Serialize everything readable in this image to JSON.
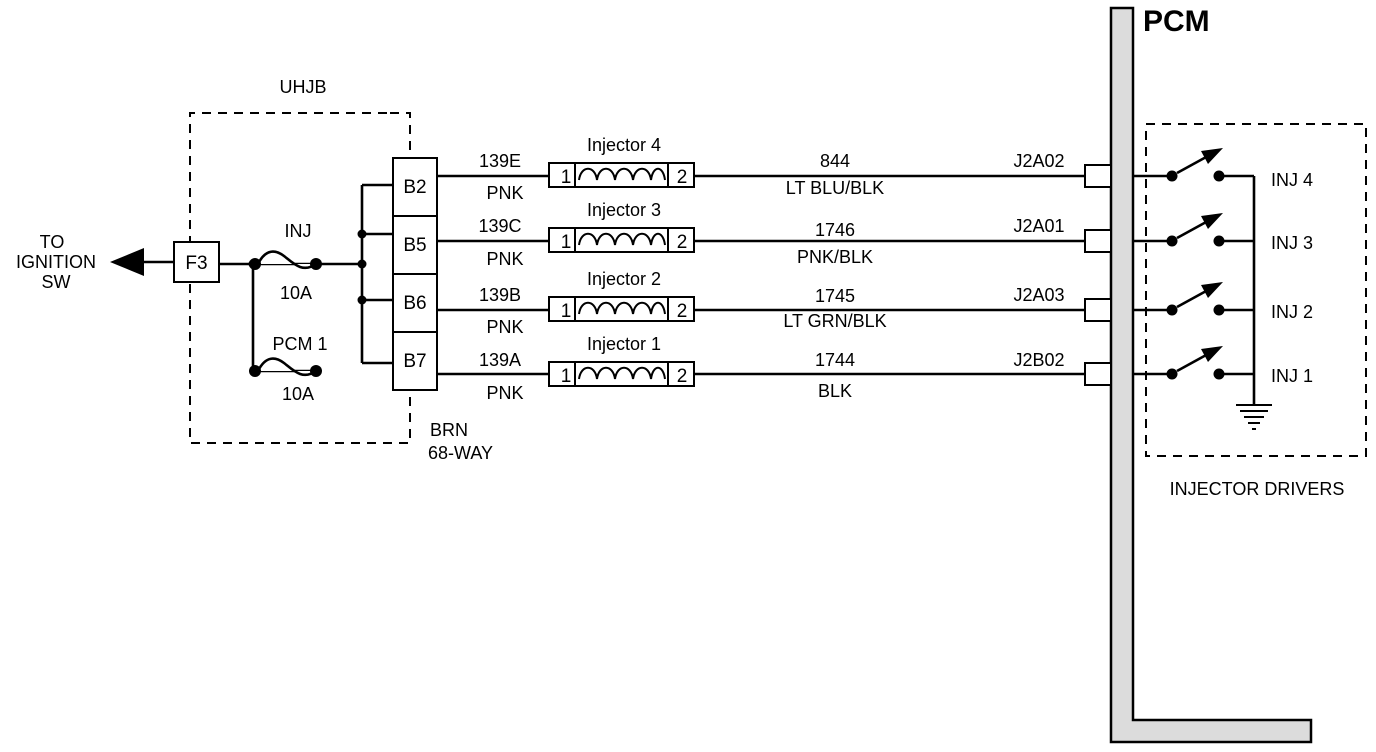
{
  "source": {
    "label_lines": [
      "TO",
      "IGNITION",
      "SW"
    ]
  },
  "junction_box": {
    "label": "UHJB",
    "fuse_cavity": "F3"
  },
  "fuses": [
    {
      "name": "INJ",
      "rating": "10A"
    },
    {
      "name": "PCM 1",
      "rating": "10A"
    }
  ],
  "connector": {
    "label_lines": [
      "BRN",
      "68-WAY"
    ]
  },
  "circuits": [
    {
      "cavity": "B2",
      "circuit_in": "139E",
      "color_in": "PNK",
      "injector": "Injector 4",
      "pin1": "1",
      "pin2": "2",
      "circuit_out": "844",
      "color_out": "LT BLU/BLK",
      "pcm_pin": "J2A02",
      "driver": "INJ 4"
    },
    {
      "cavity": "B5",
      "circuit_in": "139C",
      "color_in": "PNK",
      "injector": "Injector 3",
      "pin1": "1",
      "pin2": "2",
      "circuit_out": "1746",
      "color_out": "PNK/BLK",
      "pcm_pin": "J2A01",
      "driver": "INJ 3"
    },
    {
      "cavity": "B6",
      "circuit_in": "139B",
      "color_in": "PNK",
      "injector": "Injector 2",
      "pin1": "1",
      "pin2": "2",
      "circuit_out": "1745",
      "color_out": "LT GRN/BLK",
      "pcm_pin": "J2A03",
      "driver": "INJ 2"
    },
    {
      "cavity": "B7",
      "circuit_in": "139A",
      "color_in": "PNK",
      "injector": "Injector 1",
      "pin1": "1",
      "pin2": "2",
      "circuit_out": "1744",
      "color_out": "BLK",
      "pcm_pin": "J2B02",
      "driver": "INJ 1"
    }
  ],
  "pcm": {
    "label": "PCM",
    "drivers_label": "INJECTOR DRIVERS"
  }
}
